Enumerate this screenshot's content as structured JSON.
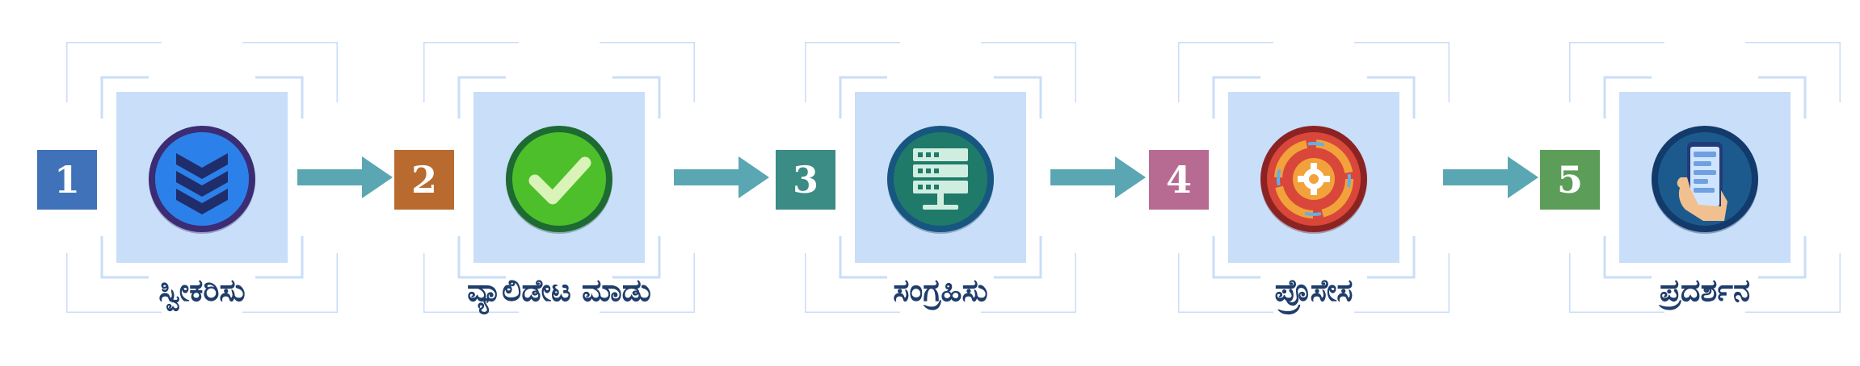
{
  "steps": [
    {
      "number": "1",
      "label": "ಸ್ವೀಕರಿಸು",
      "badge_color": "#3f72b8",
      "icon": "stack-layers-icon"
    },
    {
      "number": "2",
      "label": "ವ್ಯಾಲಿಡೇಟ ಮಾಡು",
      "badge_color": "#b96a2f",
      "icon": "checkmark-icon"
    },
    {
      "number": "3",
      "label": "ಸಂಗ್ರಹಿಸು",
      "badge_color": "#3a8c84",
      "icon": "server-rack-icon"
    },
    {
      "number": "4",
      "label": "ಪ್ರೊಸೇಸ",
      "badge_color": "#b76b92",
      "icon": "gear-cycle-icon"
    },
    {
      "number": "5",
      "label": "ಪ್ರದರ್ಶನ",
      "badge_color": "#5c9e59",
      "icon": "phone-in-hand-icon"
    }
  ],
  "colors": {
    "panel": "#c9def8",
    "frame": "#c9def8",
    "arrow": "#5aa7b3",
    "label_text": "#1f3d6b"
  }
}
